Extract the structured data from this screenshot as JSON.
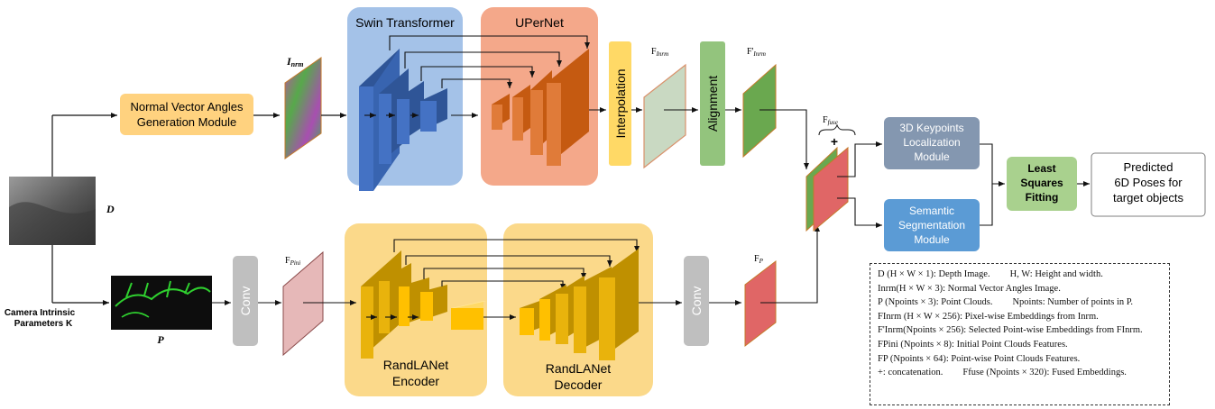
{
  "modules": {
    "swin": "Swin Transformer",
    "upernet": "UPerNet",
    "interpolation": "Interpolation",
    "alignment": "Alignment",
    "normal_gen_line1": "Normal Vector Angles",
    "normal_gen_line2": "Generation Module",
    "conv1": "Conv",
    "conv2": "Conv",
    "randla_enc_line1": "RandLANet",
    "randla_enc_line2": "Encoder",
    "randla_dec_line1": "RandLANet",
    "randla_dec_line2": "Decoder",
    "keypoints_line1": "3D Keypoints",
    "keypoints_line2": "Localization",
    "keypoints_line3": "Module",
    "semseg_line1": "Semantic",
    "semseg_line2": "Segmentation",
    "semseg_line3": "Module",
    "lsf_line1": "Least",
    "lsf_line2": "Squares",
    "lsf_line3": "Fitting",
    "pred_line1": "Predicted",
    "pred_line2": "6D Poses for",
    "pred_line3": "target objects"
  },
  "labels": {
    "depth": "D",
    "inrm": "I",
    "inrm_sub": "nrm",
    "points": "P",
    "camera_line1": "Camera Intrinsic",
    "camera_line2": "Parameters K",
    "f_inrm": "F",
    "f_inrm_sub": "Inrm",
    "f_prime_inrm": "F'",
    "f_prime_inrm_sub": "Inrm",
    "f_pini": "F",
    "f_pini_sub": "Pini",
    "f_p": "F",
    "f_p_sub": "P",
    "f_fuse": "F",
    "f_fuse_sub": "fuse",
    "plus": "+"
  },
  "legend": [
    {
      "a": "D (H × W × 1): Depth Image.",
      "b": "H, W: Height and width."
    },
    {
      "a": "Inrm(H × W × 3): Normal Vector Angles Image.",
      "b": ""
    },
    {
      "a": "P (Npoints × 3): Point Clouds.",
      "b": "Npoints: Number of points in P."
    },
    {
      "a": "FInrm (H × W × 256): Pixel-wise Embeddings from Inrm.",
      "b": ""
    },
    {
      "a": "F'Inrm(Npoints × 256): Selected Point-wise Embeddings from FInrm.",
      "b": ""
    },
    {
      "a": "FPini (Npoints × 8): Initial Point Clouds Features.",
      "b": ""
    },
    {
      "a": "FP (Npoints × 64): Point-wise Point Clouds Features.",
      "b": ""
    },
    {
      "a": "+: concatenation.",
      "b": "Ffuse (Npoints × 320): Fused Embeddings."
    }
  ],
  "colors": {
    "swin_bg": "#a4c2e8",
    "upernet_bg": "#f4a88a",
    "randla_bg": "#fbd98a",
    "blue_block": "#4472c4",
    "orange_block": "#e07b39",
    "yellow_block": "#e9b30c",
    "interp": "#ffd966",
    "align": "#93c47d",
    "keypoints": "#8497b0",
    "semseg": "#5b9bd5",
    "lsf": "#a9d18e",
    "normal_gen": "#ffd27f",
    "conv": "#bfbfbf"
  }
}
